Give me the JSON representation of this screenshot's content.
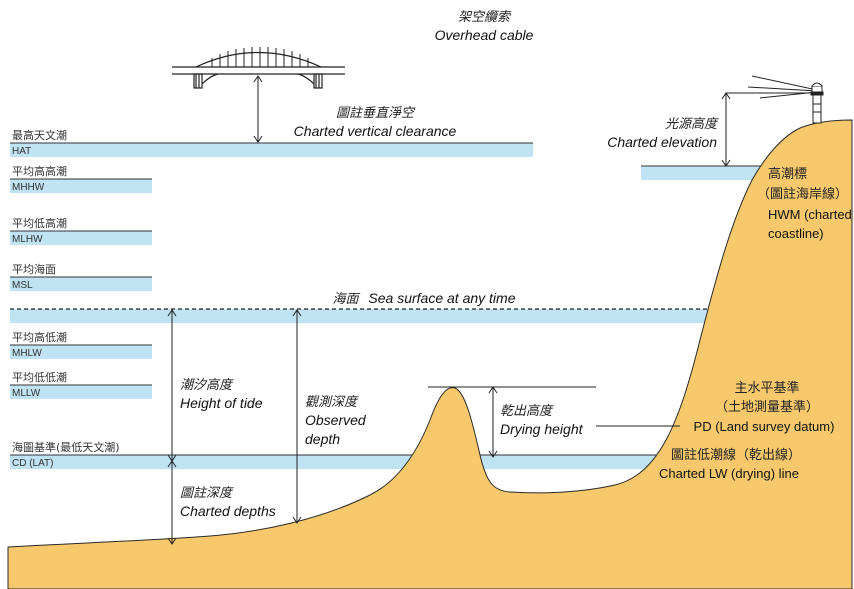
{
  "colors": {
    "water": "#bfe3f2",
    "land": "#f8c96c",
    "land_stroke": "#2a2a2a",
    "line": "#222222"
  },
  "title": {
    "zh": "架空纜索",
    "en": "Overhead cable"
  },
  "vertical_clearance": {
    "zh": "圖註垂直淨空",
    "en": "Charted vertical clearance"
  },
  "elevation": {
    "zh": "光源高度",
    "en": "Charted elevation"
  },
  "hwm": {
    "zh_1": "高潮標",
    "zh_2": "（圖註海岸線）",
    "en_1": "HWM (charted",
    "en_2": "coastline)"
  },
  "levels": [
    {
      "zh": "最高天文潮",
      "en": "HAT"
    },
    {
      "zh": "平均高高潮",
      "en": "MHHW"
    },
    {
      "zh": "平均低高潮",
      "en": "MLHW"
    },
    {
      "zh": "平均海面",
      "en": "MSL"
    },
    {
      "zh": "平均高低潮",
      "en": "MHLW"
    },
    {
      "zh": "平均低低潮",
      "en": "MLLW"
    },
    {
      "zh": "海圖基準(最低天文潮)",
      "en": "CD (LAT)"
    }
  ],
  "sea_surface": {
    "zh": "海面",
    "en": "Sea surface at any time"
  },
  "height_of_tide": {
    "zh": "潮汐高度",
    "en": "Height of tide"
  },
  "observed_depth": {
    "zh": "觀測深度",
    "en_1": "Observed",
    "en_2": "depth"
  },
  "charted_depths": {
    "zh": "圖註深度",
    "en": "Charted depths"
  },
  "drying_height": {
    "zh": "乾出高度",
    "en": "Drying height"
  },
  "pd": {
    "zh_1": "主水平基準",
    "zh_2": "（土地測量基準）",
    "en": "PD (Land survey datum)"
  },
  "charted_lw": {
    "zh": "圖註低潮線（乾出線）",
    "en": "Charted LW (drying) line"
  }
}
